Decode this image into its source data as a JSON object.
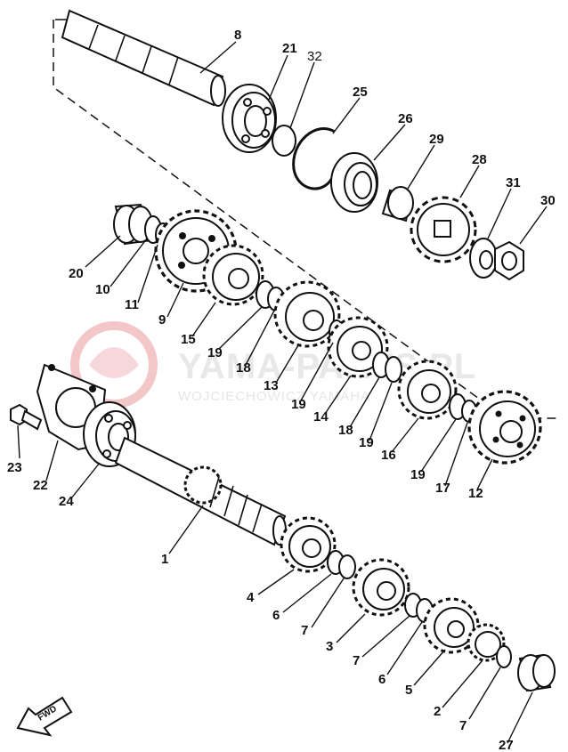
{
  "watermark": {
    "brand": "YAMA-PARTS.PL",
    "subtitle": "WOJCIECHOWICZ YAMAHA"
  },
  "fwd_label": "FWD",
  "parts": [
    {
      "id": "p8",
      "label": "8"
    },
    {
      "id": "p21",
      "label": "21"
    },
    {
      "id": "p32",
      "label": "32"
    },
    {
      "id": "p25",
      "label": "25"
    },
    {
      "id": "p26",
      "label": "26"
    },
    {
      "id": "p29",
      "label": "29"
    },
    {
      "id": "p28",
      "label": "28"
    },
    {
      "id": "p31",
      "label": "31"
    },
    {
      "id": "p30",
      "label": "30"
    },
    {
      "id": "p20",
      "label": "20"
    },
    {
      "id": "p10",
      "label": "10"
    },
    {
      "id": "p11",
      "label": "11"
    },
    {
      "id": "p9",
      "label": "9"
    },
    {
      "id": "p15",
      "label": "15"
    },
    {
      "id": "p19a",
      "label": "19"
    },
    {
      "id": "p18a",
      "label": "18"
    },
    {
      "id": "p13",
      "label": "13"
    },
    {
      "id": "p19b",
      "label": "19"
    },
    {
      "id": "p14",
      "label": "14"
    },
    {
      "id": "p18b",
      "label": "18"
    },
    {
      "id": "p19c",
      "label": "19"
    },
    {
      "id": "p16",
      "label": "16"
    },
    {
      "id": "p19d",
      "label": "19"
    },
    {
      "id": "p17",
      "label": "17"
    },
    {
      "id": "p12",
      "label": "12"
    },
    {
      "id": "p23",
      "label": "23"
    },
    {
      "id": "p22",
      "label": "22"
    },
    {
      "id": "p24",
      "label": "24"
    },
    {
      "id": "p1",
      "label": "1"
    },
    {
      "id": "p4",
      "label": "4"
    },
    {
      "id": "p6a",
      "label": "6"
    },
    {
      "id": "p7a",
      "label": "7"
    },
    {
      "id": "p3",
      "label": "3"
    },
    {
      "id": "p7b",
      "label": "7"
    },
    {
      "id": "p6b",
      "label": "6"
    },
    {
      "id": "p5",
      "label": "5"
    },
    {
      "id": "p2",
      "label": "2"
    },
    {
      "id": "p7c",
      "label": "7"
    },
    {
      "id": "p27",
      "label": "27"
    }
  ]
}
